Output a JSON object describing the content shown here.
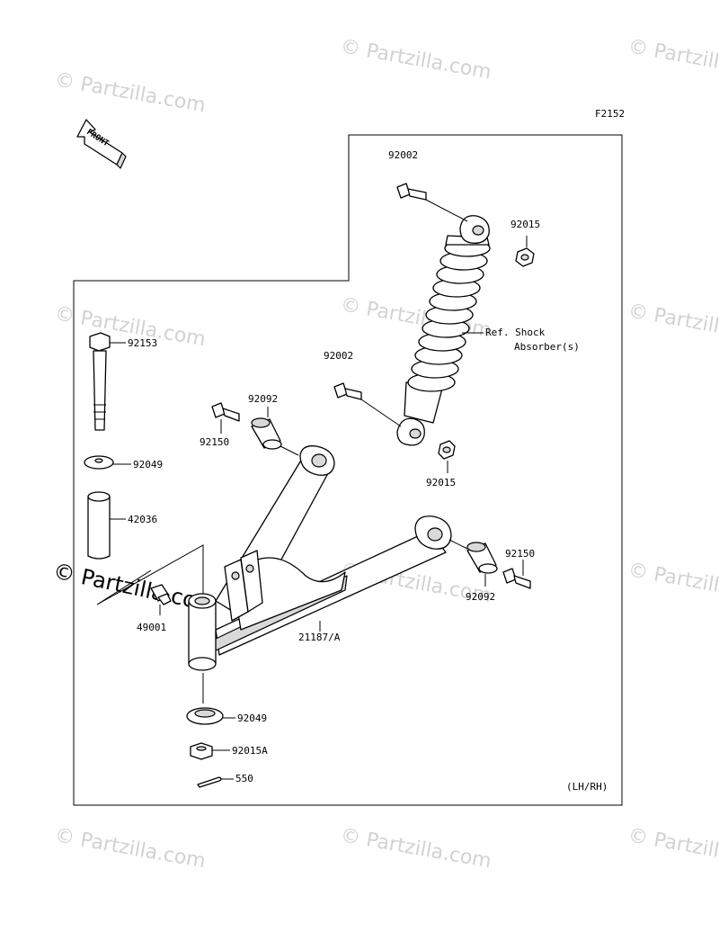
{
  "diagram": {
    "figure_code": "F2152",
    "orientation_arrow": "FRONT",
    "side_note": "(LH/RH)",
    "watermark": "© Partzilla.com",
    "callouts": {
      "bolt_upper_shock": "92002",
      "nut_upper_shock": "92015",
      "shock_ref_line1": "Ref. Shock",
      "shock_ref_line2": "Absorber(s)",
      "bolt_lower_shock": "92002",
      "nut_lower_shock": "92015",
      "kingpin_bolt": "92153",
      "washer_top": "92049",
      "collar": "42036",
      "grease_nipple": "49001",
      "a_arm": "21187/A",
      "washer_bottom": "92049",
      "castle_nut": "92015A",
      "cotter_pin": "550",
      "bushing_front": "92092",
      "bolt_front": "92150",
      "bushing_rear": "92092",
      "bolt_rear": "92150"
    }
  }
}
